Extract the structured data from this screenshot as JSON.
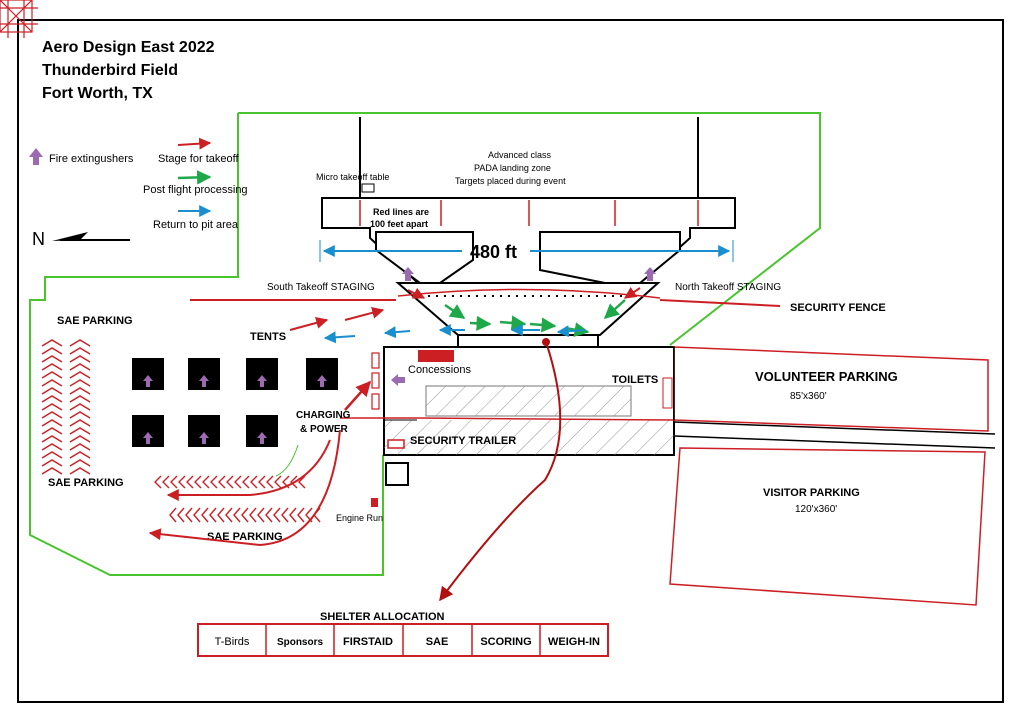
{
  "title": {
    "line1": "Aero Design East 2022",
    "line2": "Thunderbird Field",
    "line3": "Fort Worth, TX"
  },
  "legend": {
    "fire": "Fire extingushers",
    "stage": "Stage for takeoff",
    "post": "Post flight processing",
    "return": "Return to pit area",
    "north_letter": "N"
  },
  "colors": {
    "red": "#cc1f24",
    "green": "#1fa84a",
    "blue": "#1a8fd0",
    "boundary_green": "#49c42d",
    "purple": "#9b6ab0",
    "dark_red": "#b01010"
  },
  "field": {
    "micro_table": "Micro takeoff table",
    "advanced_1": "Advanced class",
    "advanced_2": "PADA landing zone",
    "advanced_3": "Targets placed during event",
    "redlines_1": "Red lines are",
    "redlines_2": "100 feet apart",
    "length": "480 ft",
    "south_staging": "South Takeoff STAGING",
    "north_staging": "North Takeoff  STAGING",
    "security_fence": "SECURITY FENCE"
  },
  "areas": {
    "sae_parking_1": "SAE PARKING",
    "sae_parking_2": "SAE PARKING",
    "sae_parking_3": "SAE PARKING",
    "tents": "TENTS",
    "charging_1": "CHARGING",
    "charging_2": "& POWER",
    "concessions": "Concessions",
    "toilets": "TOILETS",
    "security_trailer": "SECURITY TRAILER",
    "engine_run": "Engine Run",
    "volunteer_parking": "VOLUNTEER PARKING",
    "volunteer_size": "85'x360'",
    "visitor_parking": "VISITOR PARKING",
    "visitor_size": "120'x360'"
  },
  "shelter": {
    "title": "SHELTER ALLOCATION",
    "cells": [
      "T-Birds",
      "Sponsors",
      "FIRSTAID",
      "SAE",
      "SCORING",
      "WEIGH-IN"
    ]
  }
}
